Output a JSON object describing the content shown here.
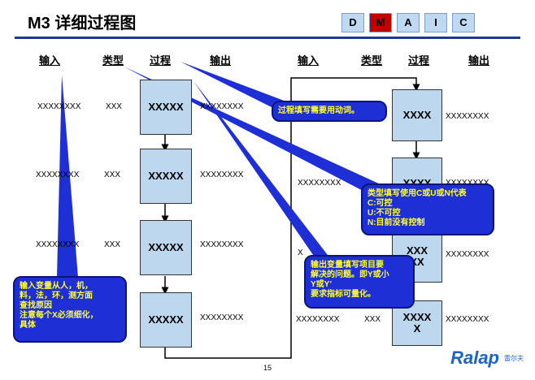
{
  "title": "M3   详细过程图",
  "dmaic": [
    "D",
    "M",
    "A",
    "I",
    "C"
  ],
  "active_phase": "M",
  "left_headers": {
    "input": "输入",
    "type": "类型",
    "process": "过程",
    "output": "输出"
  },
  "right_headers": {
    "input": "输入",
    "type": "类型",
    "process": "过程",
    "output": "输出"
  },
  "left_rows": [
    {
      "input": "XXXXXXXX",
      "type": "XXX",
      "process": "XXXXX",
      "output": "XXXXXXXX"
    },
    {
      "input": "XXXXXXXX",
      "type": "XXX",
      "process": "XXXXX",
      "output": "XXXXXXXX"
    },
    {
      "input": "XXXXXXXX",
      "type": "XXX",
      "process": "XXXXX",
      "output": "XXXXXXXX"
    },
    {
      "input": "",
      "type": "",
      "process": "XXXXX",
      "output": "XXXXXXXX"
    }
  ],
  "right_rows": [
    {
      "input": "",
      "type": "",
      "process": "XXXX",
      "output": "XXXXXXXX"
    },
    {
      "input": "XXXXXXXX",
      "type": "",
      "process": "XXXX",
      "output": "XXXXXXXX"
    },
    {
      "input": "X",
      "type": "",
      "process": "XXX\nXX",
      "output": "XXXXXXXX"
    },
    {
      "input": "XXXXXXXX",
      "type": "XXX",
      "process": "XXXX\nX",
      "output": "XXXXXXXX"
    }
  ],
  "callouts": {
    "process": "过程填写需要用动词。",
    "type": "类型填写使用C或U或N代表\nC:可控\nU:不可控\nN:目前没有控制",
    "output": "输出变量填写项目要\n解决的问题。即Y或小\nY或Y’\n要求指标可量化。",
    "input": "输入变量从人，机，\n料，法，环，测方面\n查找原因\n注意每个X必须细化，\n具体"
  },
  "colors": {
    "accent": "#1e2fd6",
    "box_fill": "#bdd7ee",
    "active": "#c00000",
    "rule": "#1f3a8a"
  },
  "page_number": "15",
  "logo": "Ralap",
  "logo_sub": "雷尔夫"
}
